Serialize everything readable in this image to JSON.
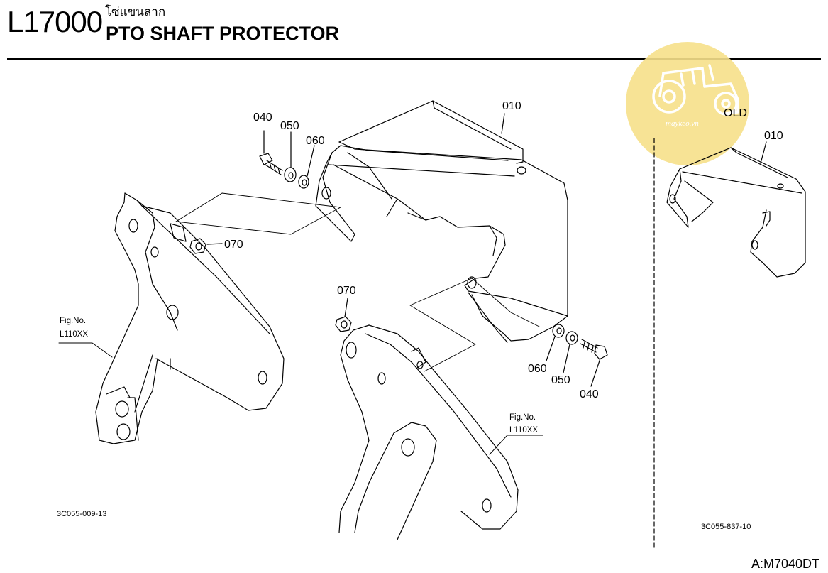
{
  "header": {
    "code": "L17000",
    "thai_title": "โซ่แขนลาก",
    "title": "PTO SHAFT PROTECTOR"
  },
  "watermark": {
    "brand": "maykeo.vn",
    "color": "#f6e08a"
  },
  "callouts": {
    "shield_main": "010",
    "bolt_top": "040",
    "washer_top": "050",
    "lockwasher_top": "060",
    "nut_left": "070",
    "nut_right": "070",
    "lockwasher_bottom": "060",
    "washer_bottom": "050",
    "bolt_bottom": "040",
    "shield_old": "010"
  },
  "old_label": "OLD",
  "fig_refs": {
    "left": {
      "line1": "Fig.No.",
      "line2": "L110XX"
    },
    "right": {
      "line1": "Fig.No.",
      "line2": "L110XX"
    }
  },
  "drawing_codes": {
    "new": "3C055-009-13",
    "old": "3C055-837-10"
  },
  "model": "A:M7040DT"
}
